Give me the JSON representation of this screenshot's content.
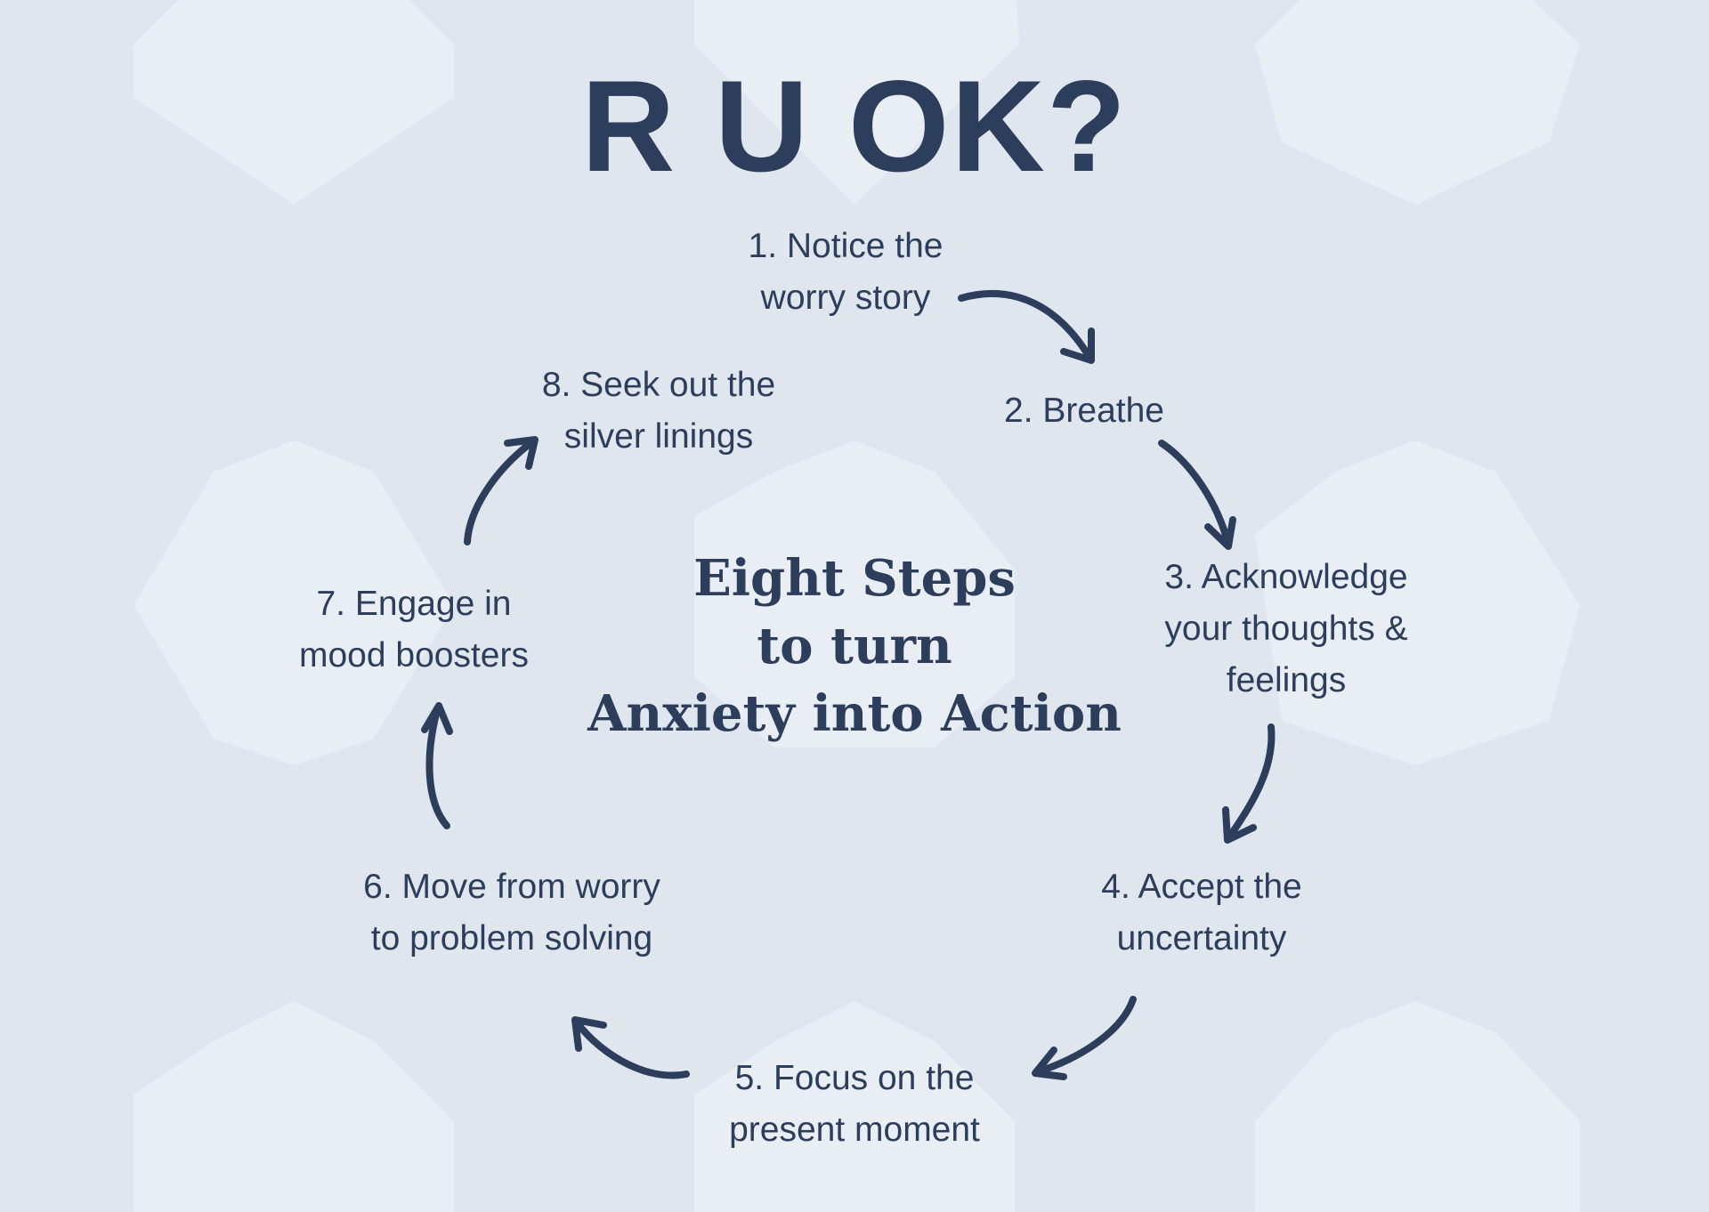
{
  "title": "R U OK?",
  "center": {
    "line1": "Eight Steps",
    "line2": "to turn",
    "line3": "Anxiety into Action"
  },
  "steps": [
    {
      "line1": "1. Notice the",
      "line2": "worry story"
    },
    {
      "line1": "2. Breathe"
    },
    {
      "line1": "3. Acknowledge",
      "line2": "your thoughts &",
      "line3": "feelings"
    },
    {
      "line1": "4. Accept the",
      "line2": "uncertainty"
    },
    {
      "line1": "5. Focus on the",
      "line2": "present moment"
    },
    {
      "line1": "6. Move from worry",
      "line2": "to problem solving"
    },
    {
      "line1": "7. Engage in",
      "line2": "mood boosters"
    },
    {
      "line1": "8. Seek out the",
      "line2": "silver linings"
    }
  ],
  "colors": {
    "background": "#dfe6ee",
    "shape": "#e9eef4",
    "text": "#2c3e5c"
  }
}
